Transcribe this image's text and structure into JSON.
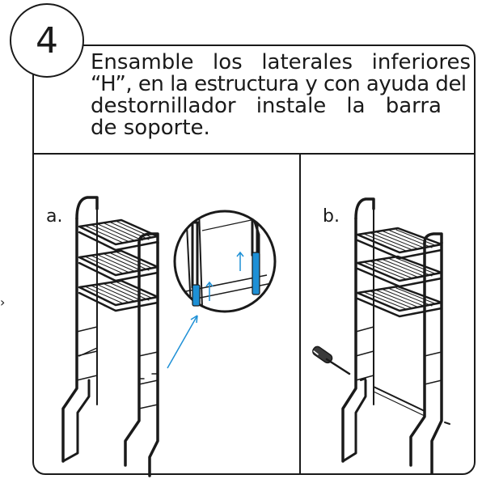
{
  "step": {
    "number": "4"
  },
  "instruction": {
    "line1": "Ensamble los laterales inferiores",
    "line2": "“H”, en la estructura y con ayuda del",
    "line3": "destornillador instale la barra",
    "line4": "de soporte."
  },
  "panels": {
    "a": {
      "label": "a."
    },
    "b": {
      "label": "b."
    }
  },
  "colors": {
    "outline": "#1a1a1a",
    "accent": "#1e90d6",
    "background": "#ffffff"
  },
  "icons": [
    "shelf-unit-illustration",
    "zoom-detail-circle",
    "screwdriver-icon",
    "arrow-up-icon"
  ]
}
